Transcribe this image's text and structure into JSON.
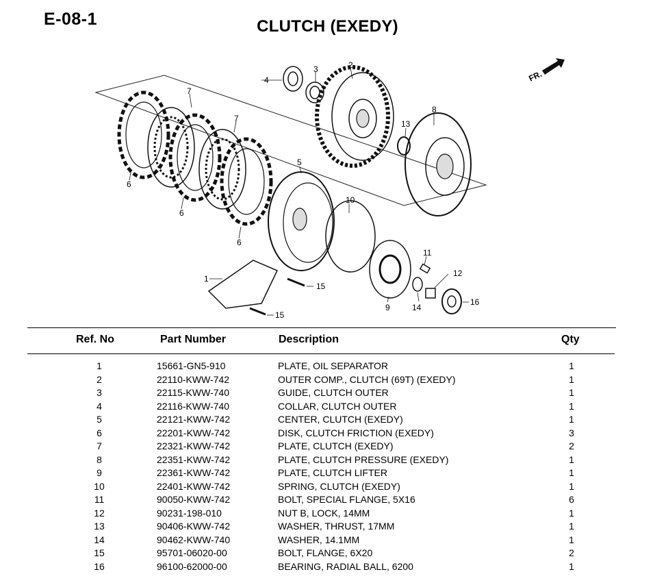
{
  "header": {
    "code": "E-08-1",
    "title": "CLUTCH (EXEDY)"
  },
  "diagram": {
    "direction_label": "FR.",
    "callouts": [
      "1",
      "2",
      "3",
      "4",
      "5",
      "6",
      "6",
      "6",
      "7",
      "7",
      "8",
      "9",
      "10",
      "11",
      "12",
      "13",
      "14",
      "15",
      "15",
      "16"
    ]
  },
  "table": {
    "columns": {
      "ref": "Ref. No",
      "part": "Part Number",
      "desc": "Description",
      "qty": "Qty"
    },
    "rows": [
      {
        "ref": "1",
        "part": "15661-GN5-910",
        "desc": "PLATE, OIL SEPARATOR",
        "qty": "1"
      },
      {
        "ref": "2",
        "part": "22110-KWW-742",
        "desc": "OUTER COMP., CLUTCH (69T) (EXEDY)",
        "qty": "1"
      },
      {
        "ref": "3",
        "part": "22115-KWW-740",
        "desc": "GUIDE, CLUTCH OUTER",
        "qty": "1"
      },
      {
        "ref": "4",
        "part": "22116-KWW-740",
        "desc": "COLLAR, CLUTCH OUTER",
        "qty": "1"
      },
      {
        "ref": "5",
        "part": "22121-KWW-742",
        "desc": "CENTER, CLUTCH (EXEDY)",
        "qty": "1"
      },
      {
        "ref": "6",
        "part": "22201-KWW-742",
        "desc": "DISK, CLUTCH FRICTION (EXEDY)",
        "qty": "3"
      },
      {
        "ref": "7",
        "part": "22321-KWW-742",
        "desc": "PLATE, CLUTCH (EXEDY)",
        "qty": "2"
      },
      {
        "ref": "8",
        "part": "22351-KWW-742",
        "desc": "PLATE, CLUTCH PRESSURE (EXEDY)",
        "qty": "1"
      },
      {
        "ref": "9",
        "part": "22361-KWW-742",
        "desc": "PLATE, CLUTCH LIFTER",
        "qty": "1"
      },
      {
        "ref": "10",
        "part": "22401-KWW-742",
        "desc": "SPRING, CLUTCH (EXEDY)",
        "qty": "1"
      },
      {
        "ref": "11",
        "part": "90050-KWW-742",
        "desc": "BOLT, SPECIAL FLANGE, 5X16",
        "qty": "6"
      },
      {
        "ref": "12",
        "part": "90231-198-010",
        "desc": "NUT B, LOCK, 14MM",
        "qty": "1"
      },
      {
        "ref": "13",
        "part": "90406-KWW-742",
        "desc": "WASHER, THRUST, 17MM",
        "qty": "1"
      },
      {
        "ref": "14",
        "part": "90462-KWW-740",
        "desc": "WASHER, 14.1MM",
        "qty": "1"
      },
      {
        "ref": "15",
        "part": "95701-06020-00",
        "desc": "BOLT, FLANGE, 6X20",
        "qty": "2"
      },
      {
        "ref": "16",
        "part": "96100-62000-00",
        "desc": "BEARING, RADIAL BALL, 6200",
        "qty": "1"
      }
    ]
  }
}
